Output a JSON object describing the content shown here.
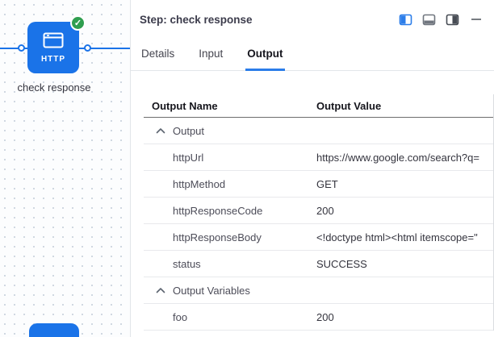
{
  "canvas": {
    "node_label": "HTTP",
    "node_caption": "check response",
    "node_color": "#1a73e8",
    "badge_color": "#2f9e4f"
  },
  "panel": {
    "title": "Step: check response",
    "tabs": [
      {
        "label": "Details",
        "active": false
      },
      {
        "label": "Input",
        "active": false
      },
      {
        "label": "Output",
        "active": true
      }
    ],
    "header_icons": [
      "layout-left-icon",
      "layout-bottom-icon",
      "layout-right-icon",
      "minimize-icon"
    ],
    "table": {
      "columns": [
        "Output Name",
        "Output Value"
      ],
      "groups": [
        {
          "label": "Output",
          "rows": [
            {
              "name": "httpUrl",
              "value": "https://www.google.com/search?q="
            },
            {
              "name": "httpMethod",
              "value": "GET"
            },
            {
              "name": "httpResponseCode",
              "value": "200"
            },
            {
              "name": "httpResponseBody",
              "value": "<!doctype html><html itemscope=\""
            },
            {
              "name": "status",
              "value": "SUCCESS"
            }
          ]
        },
        {
          "label": "Output Variables",
          "rows": [
            {
              "name": "foo",
              "value": "200"
            }
          ]
        }
      ]
    }
  },
  "colors": {
    "accent_blue": "#1a73e8",
    "check_green": "#2f9e4f",
    "tab_underline": "#2b7de9"
  }
}
